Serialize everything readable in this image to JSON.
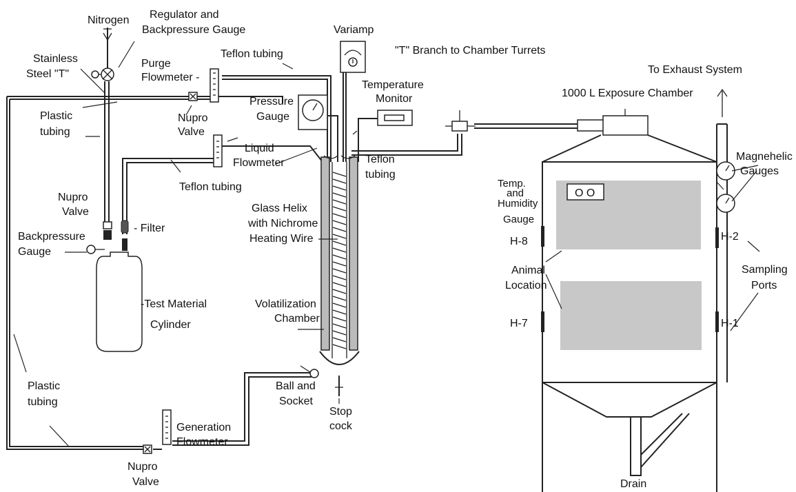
{
  "labels": {
    "nitrogen": "Nitrogen",
    "regulator_1": "Regulator and",
    "regulator_2": "Backpressure Gauge",
    "stainless_1": "Stainless",
    "stainless_2": "Steel \"T\"",
    "purge_1": "Purge",
    "purge_2": "Flowmeter -",
    "teflon_top": "Teflon tubing",
    "variamp": "Variamp",
    "t_branch": "\"T\" Branch to Chamber Turrets",
    "exhaust": "To Exhaust System",
    "chamber_title": "1000 L Exposure Chamber",
    "plastic_top_1": "Plastic",
    "plastic_top_2": "tubing",
    "pressure_1": "Pressure",
    "pressure_2": "Gauge",
    "nupro_top_1": "Nupro",
    "nupro_top_2": "Valve",
    "temp_mon_1": "Temperature",
    "temp_mon_2": "Monitor",
    "liquid_1": "Liquid",
    "liquid_2": "Flowmeter",
    "teflon_right_1": "Teflon",
    "teflon_right_2": "tubing",
    "teflon_mid": "Teflon tubing",
    "magnehelic_1": "Magnehelic",
    "magnehelic_2": "Gauges",
    "nupro_mid_1": "Nupro",
    "nupro_mid_2": "Valve",
    "filter": "- Filter",
    "backpressure_1": "Backpressure",
    "backpressure_2": "Gauge",
    "glass_1": "Glass Helix",
    "glass_2": "with Nichrome",
    "glass_3": "Heating Wire",
    "temp_hum_1": "Temp.",
    "temp_hum_2": "and",
    "temp_hum_3": "Humidity",
    "temp_hum_4": "Gauge",
    "gauge_readout": "O O",
    "h8": "H-8",
    "h2": "H-2",
    "h7": "H-7",
    "h1": "H-1",
    "animal_1": "Animal",
    "animal_2": "Location",
    "sampling_1": "Sampling",
    "sampling_2": "Ports",
    "test_1": "-Test Material",
    "test_2": "Cylinder",
    "volat_1": "Volatilization",
    "volat_2": "Chamber",
    "plastic_bot_1": "Plastic",
    "plastic_bot_2": "tubing",
    "ball_1": "Ball and",
    "ball_2": "Socket",
    "stop_1": "Stop",
    "stop_2": "cock",
    "gen_1": "Generation",
    "gen_2": "Flowmeter",
    "nupro_bot_1": "Nupro",
    "nupro_bot_2": "Valve",
    "drain": "Drain"
  },
  "colors": {
    "line": "#222222",
    "rack_gray": "#c8c8c8",
    "background": "#ffffff"
  }
}
